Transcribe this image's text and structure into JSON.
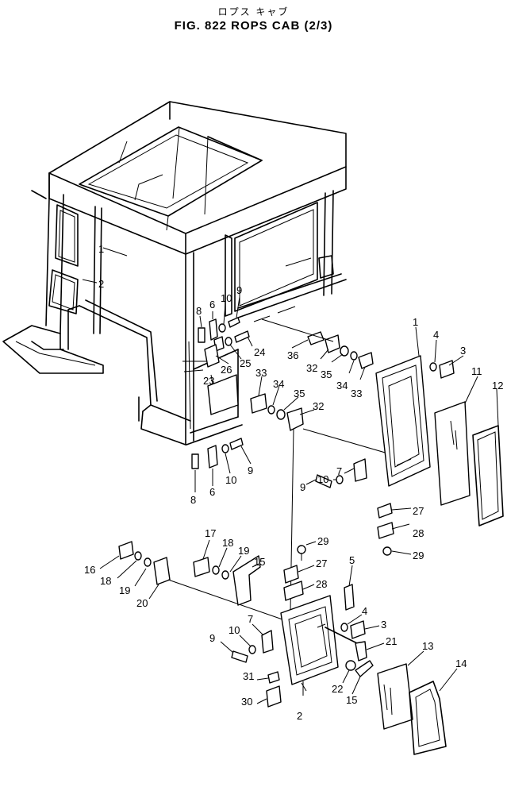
{
  "header": {
    "subtitle_jp": "ロプス キャブ",
    "title": "FIG. 822  ROPS CAB  (2/3)"
  },
  "callouts": [
    {
      "id": "c1a",
      "text": "1"
    },
    {
      "id": "c2a",
      "text": "2"
    },
    {
      "id": "c8a",
      "text": "8"
    },
    {
      "id": "c6a",
      "text": "6"
    },
    {
      "id": "c10a",
      "text": "10"
    },
    {
      "id": "c9a",
      "text": "9"
    },
    {
      "id": "c24a",
      "text": "24"
    },
    {
      "id": "c25a",
      "text": "25"
    },
    {
      "id": "c26a",
      "text": "26"
    },
    {
      "id": "c23a",
      "text": "23"
    },
    {
      "id": "c36a",
      "text": "36"
    },
    {
      "id": "c32a",
      "text": "32"
    },
    {
      "id": "c35a",
      "text": "35"
    },
    {
      "id": "c34a",
      "text": "34"
    },
    {
      "id": "c33a",
      "text": "33"
    },
    {
      "id": "c33b",
      "text": "33"
    },
    {
      "id": "c34b",
      "text": "34"
    },
    {
      "id": "c35b",
      "text": "35"
    },
    {
      "id": "c32b",
      "text": "32"
    },
    {
      "id": "c1b",
      "text": "1"
    },
    {
      "id": "c4a",
      "text": "4"
    },
    {
      "id": "c3a",
      "text": "3"
    },
    {
      "id": "c11a",
      "text": "11"
    },
    {
      "id": "c12a",
      "text": "12"
    },
    {
      "id": "c9b",
      "text": "9"
    },
    {
      "id": "c10b",
      "text": "10"
    },
    {
      "id": "c6b",
      "text": "6"
    },
    {
      "id": "c8b",
      "text": "8"
    },
    {
      "id": "c7a",
      "text": "7"
    },
    {
      "id": "c10c",
      "text": "10"
    },
    {
      "id": "c9c",
      "text": "9"
    },
    {
      "id": "c27a",
      "text": "27"
    },
    {
      "id": "c28a",
      "text": "28"
    },
    {
      "id": "c29a",
      "text": "29"
    },
    {
      "id": "c17a",
      "text": "17"
    },
    {
      "id": "c18a",
      "text": "18"
    },
    {
      "id": "c19a",
      "text": "19"
    },
    {
      "id": "c15a",
      "text": "15"
    },
    {
      "id": "c29b",
      "text": "29"
    },
    {
      "id": "c27b",
      "text": "27"
    },
    {
      "id": "c28b",
      "text": "28"
    },
    {
      "id": "c5a",
      "text": "5"
    },
    {
      "id": "c16a",
      "text": "16"
    },
    {
      "id": "c18b",
      "text": "18"
    },
    {
      "id": "c19b",
      "text": "19"
    },
    {
      "id": "c20a",
      "text": "20"
    },
    {
      "id": "c7b",
      "text": "7"
    },
    {
      "id": "c10d",
      "text": "10"
    },
    {
      "id": "c9d",
      "text": "9"
    },
    {
      "id": "c4b",
      "text": "4"
    },
    {
      "id": "c3b",
      "text": "3"
    },
    {
      "id": "c21a",
      "text": "21"
    },
    {
      "id": "c13a",
      "text": "13"
    },
    {
      "id": "c14a",
      "text": "14"
    },
    {
      "id": "c31a",
      "text": "31"
    },
    {
      "id": "c30a",
      "text": "30"
    },
    {
      "id": "c22a",
      "text": "22"
    },
    {
      "id": "c15b",
      "text": "15"
    },
    {
      "id": "c2b",
      "text": "2"
    }
  ]
}
